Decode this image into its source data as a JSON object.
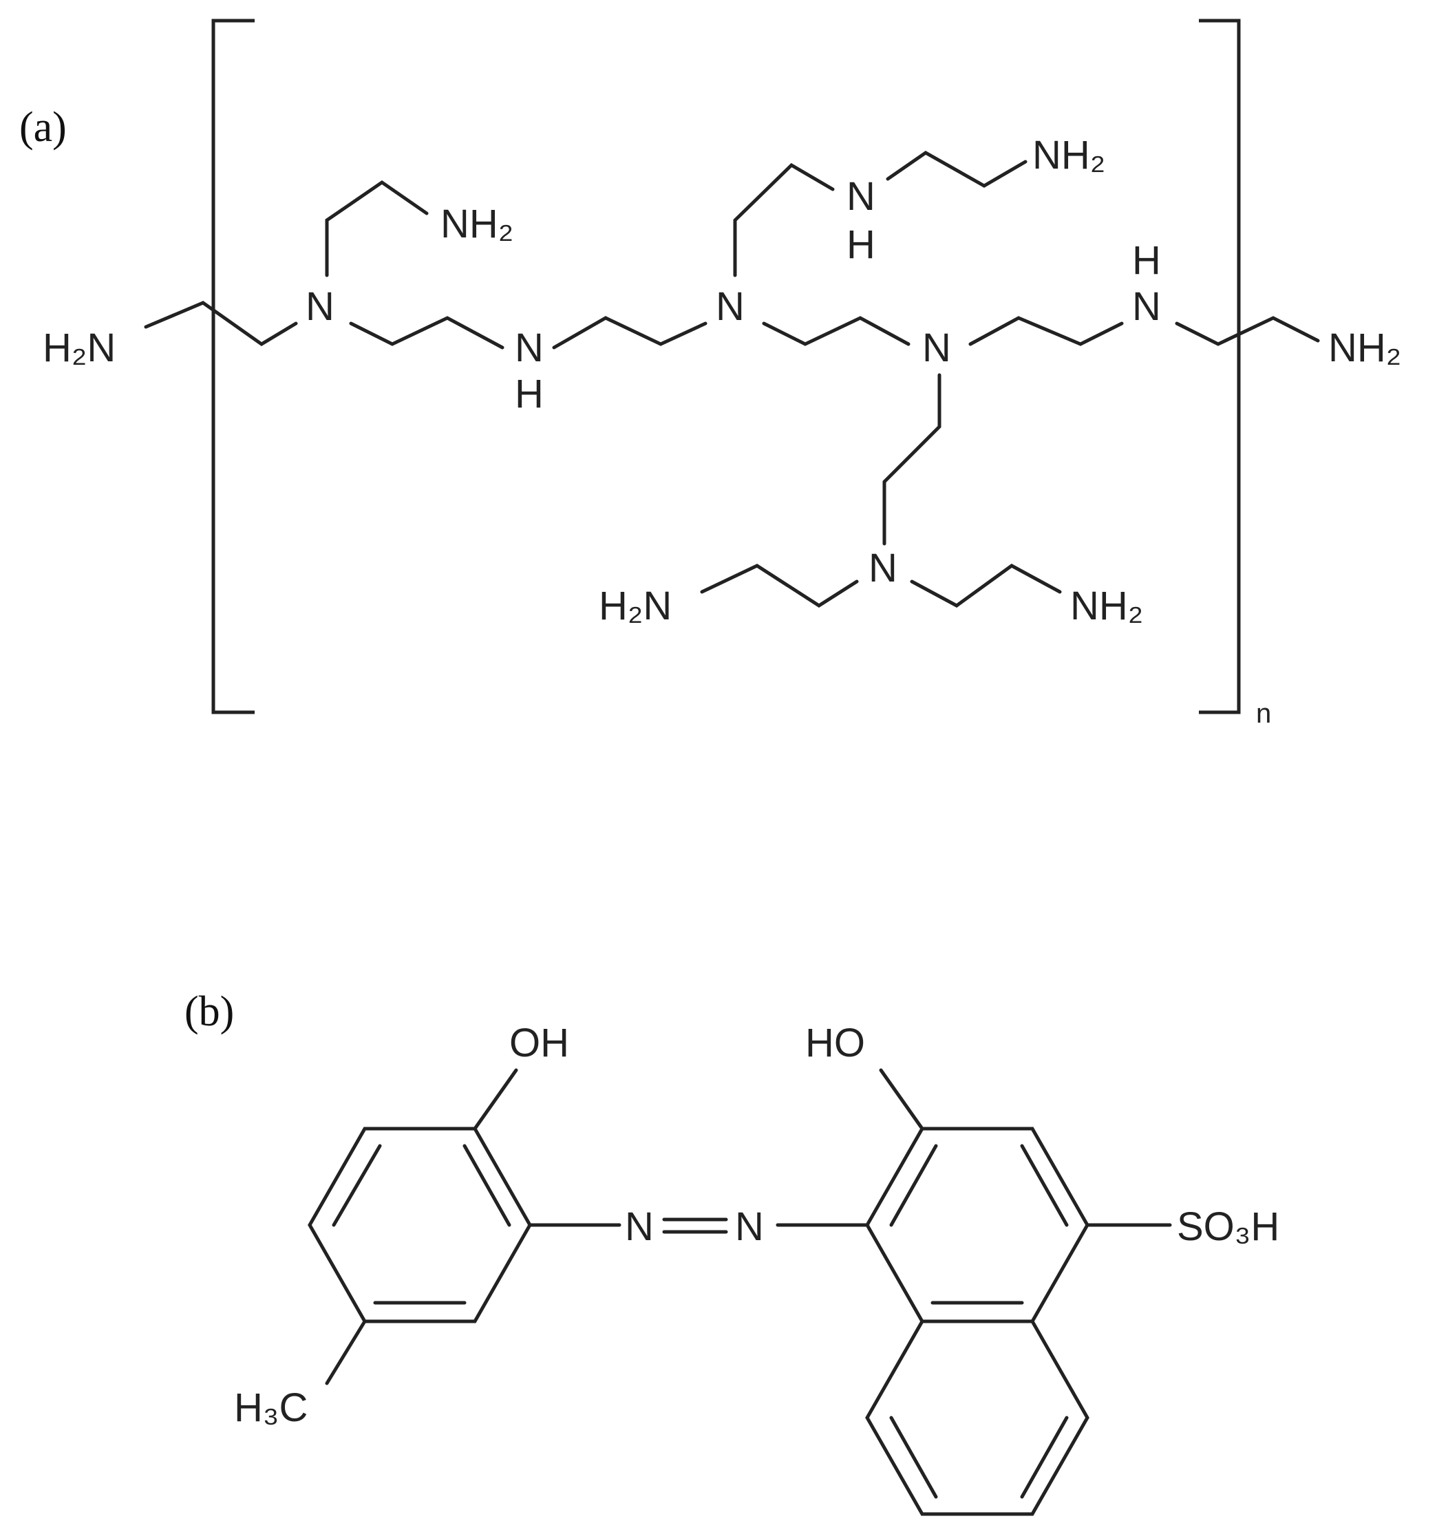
{
  "panels": {
    "a": {
      "label": "(a)",
      "repeat_subscript": "n",
      "atoms": {
        "h2n_left": "H₂N",
        "n1": "N",
        "nh2_branch1": "NH₂",
        "nh_bridge1": "N",
        "nh_bridge1_h": "H",
        "n2": "N",
        "nh_top": "N",
        "nh_top_h": "H",
        "nh2_top": "NH₂",
        "n3": "N",
        "nh_right": "N",
        "nh_right_h": "H",
        "nh2_right": "NH₂",
        "n4": "N",
        "h2n_bottom": "H₂N",
        "nh2_bottom": "NH₂"
      }
    },
    "b": {
      "label": "(b)",
      "atoms": {
        "oh_left": "OH",
        "ho_right": "HO",
        "azo_n1": "N",
        "azo_n2": "N",
        "so3h": "SO₃H",
        "h3c": "H₃C"
      }
    }
  }
}
